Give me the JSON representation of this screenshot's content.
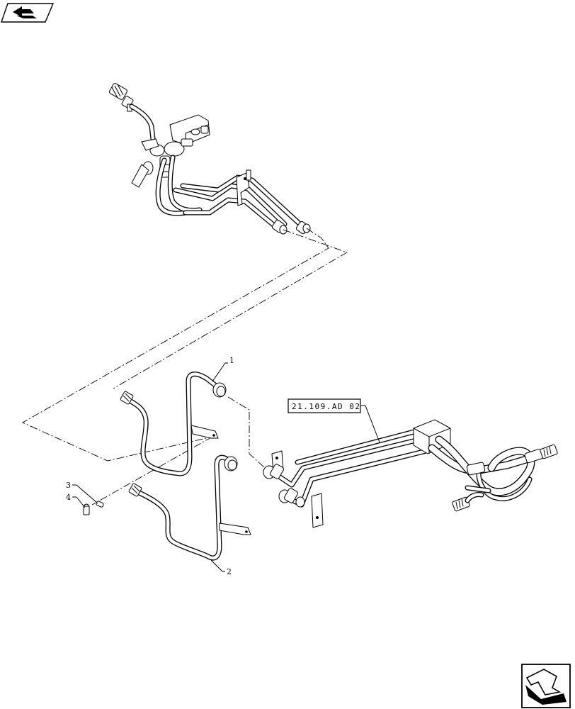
{
  "diagram": {
    "callouts": [
      {
        "id": "callout-1",
        "label": "1"
      },
      {
        "id": "callout-2",
        "label": "2"
      },
      {
        "id": "callout-3",
        "label": "3"
      },
      {
        "id": "callout-4",
        "label": "4"
      }
    ],
    "reference_label": "21.109.AD 02"
  },
  "navigation": {
    "prev_icon": "previous-page-icon",
    "next_icon": "next-page-icon"
  }
}
